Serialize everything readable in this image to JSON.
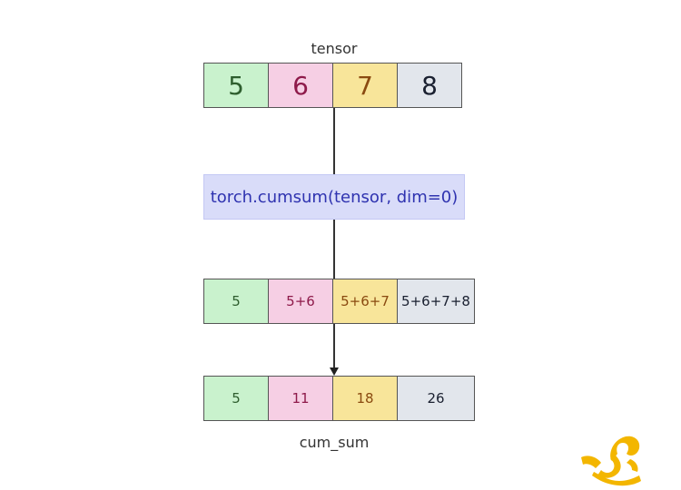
{
  "input": {
    "label": "tensor",
    "cells": [
      {
        "text": "5",
        "bg": "#c9f2cd",
        "color": "#2e5e2e"
      },
      {
        "text": "6",
        "bg": "#f6cfe4",
        "color": "#8e1a4a"
      },
      {
        "text": "7",
        "bg": "#f8e59a",
        "color": "#8a4a10"
      },
      {
        "text": "8",
        "bg": "#e2e6ec",
        "color": "#1a2030"
      }
    ]
  },
  "operation": {
    "text": "torch.cumsum(tensor, dim=0)"
  },
  "expansion": {
    "cells": [
      {
        "text": "5",
        "bg": "#c9f2cd",
        "color": "#2e5e2e"
      },
      {
        "text": "5+6",
        "bg": "#f6cfe4",
        "color": "#8e1a4a"
      },
      {
        "text": "5+6+7",
        "bg": "#f8e59a",
        "color": "#8a4a10"
      },
      {
        "text": "5+6+7+8",
        "bg": "#e2e6ec",
        "color": "#1a2030"
      }
    ]
  },
  "output": {
    "label": "cum_sum",
    "cells": [
      {
        "text": "5",
        "bg": "#c9f2cd",
        "color": "#2e5e2e"
      },
      {
        "text": "11",
        "bg": "#f6cfe4",
        "color": "#8e1a4a"
      },
      {
        "text": "18",
        "bg": "#f8e59a",
        "color": "#8a4a10"
      },
      {
        "text": "26",
        "bg": "#e2e6ec",
        "color": "#1a2030"
      }
    ]
  },
  "logo": {
    "icon": "mascot-logo",
    "color": "#f3b600"
  }
}
